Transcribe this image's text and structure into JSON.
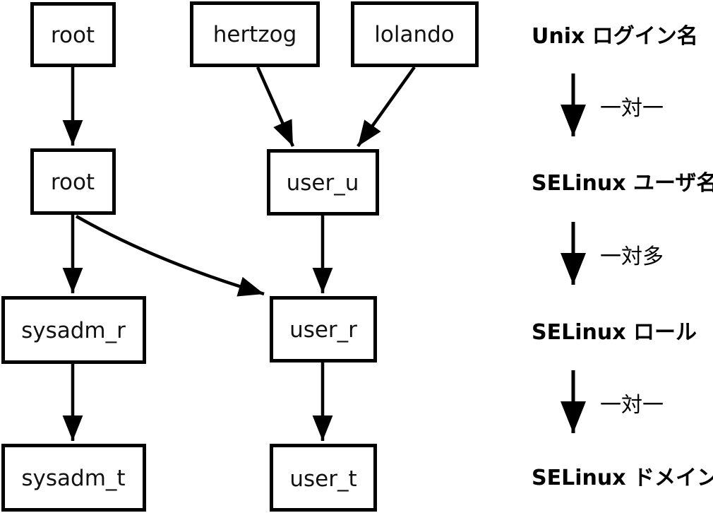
{
  "colors": {
    "ink": "#000000",
    "background": "#ffffff"
  },
  "columns": {
    "unix_logins": [
      "root",
      "hertzog",
      "lolando"
    ],
    "selinux_users": [
      "root",
      "user_u"
    ],
    "selinux_roles": [
      "sysadm_r",
      "user_r"
    ],
    "selinux_domains": [
      "sysadm_t",
      "user_t"
    ]
  },
  "edges": [
    {
      "from": "root",
      "to": "root"
    },
    {
      "from": "hertzog",
      "to": "user_u"
    },
    {
      "from": "lolando",
      "to": "user_u"
    },
    {
      "from": "root",
      "to": "sysadm_r"
    },
    {
      "from": "root",
      "to": "user_r"
    },
    {
      "from": "user_u",
      "to": "user_r"
    },
    {
      "from": "sysadm_r",
      "to": "sysadm_t"
    },
    {
      "from": "user_r",
      "to": "user_t"
    }
  ],
  "legend": {
    "levels": [
      "Unix ログイン名",
      "SELinux ユーザ名",
      "SELinux ロール",
      "SELinux ドメイン"
    ],
    "relations": [
      "一対一",
      "一対多",
      "一対一"
    ]
  }
}
